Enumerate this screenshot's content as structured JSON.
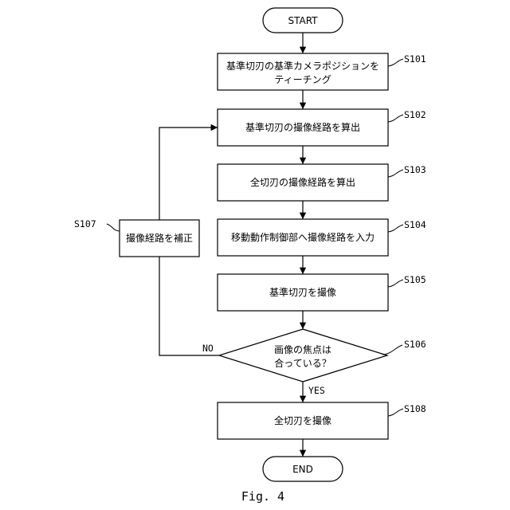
{
  "flowchart": {
    "start": "START",
    "end": "END",
    "steps": {
      "s101": {
        "id": "S101",
        "lines": [
          "基準切刃の基準カメラポジションを",
          "ティーチング"
        ]
      },
      "s102": {
        "id": "S102",
        "lines": [
          "基準切刃の撮像経路を算出"
        ]
      },
      "s103": {
        "id": "S103",
        "lines": [
          "全切刃の撮像経路を算出"
        ]
      },
      "s104": {
        "id": "S104",
        "lines": [
          "移動動作制御部へ撮像経路を入力"
        ]
      },
      "s105": {
        "id": "S105",
        "lines": [
          "基準切刃を撮像"
        ]
      },
      "s106": {
        "id": "S106",
        "lines": [
          "画像の焦点は",
          "合っている？"
        ]
      },
      "s107": {
        "id": "S107",
        "lines": [
          "撮像経路を補正"
        ]
      },
      "s108": {
        "id": "S108",
        "lines": [
          "全切刃を撮像"
        ]
      }
    },
    "branches": {
      "no": "NO",
      "yes": "YES"
    }
  },
  "caption": "Fig. 4"
}
